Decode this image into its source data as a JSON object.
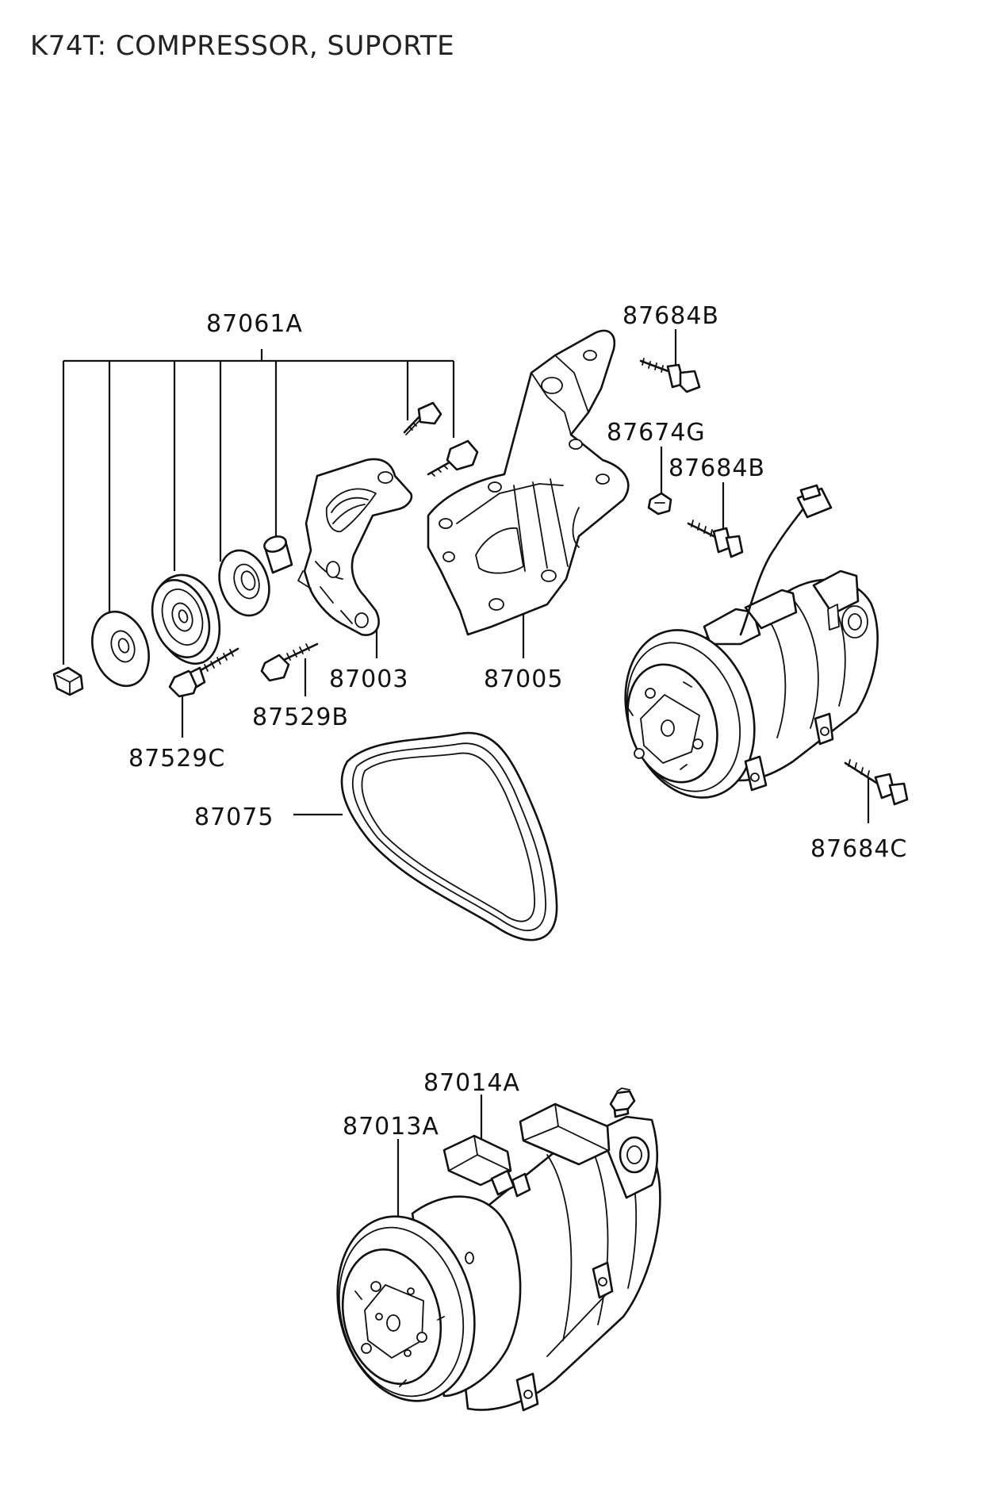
{
  "page": {
    "title": "K74T: COMPRESSOR, SUPORTE"
  },
  "labels": {
    "l87061A": "87061A",
    "l87684B_top": "87684B",
    "l87674G": "87674G",
    "l87684B_mid": "87684B",
    "l87003": "87003",
    "l87005": "87005",
    "l87529B": "87529B",
    "l87529C": "87529C",
    "l87075": "87075",
    "l87684C": "87684C",
    "l87014A": "87014A",
    "l87013A": "87013A"
  }
}
